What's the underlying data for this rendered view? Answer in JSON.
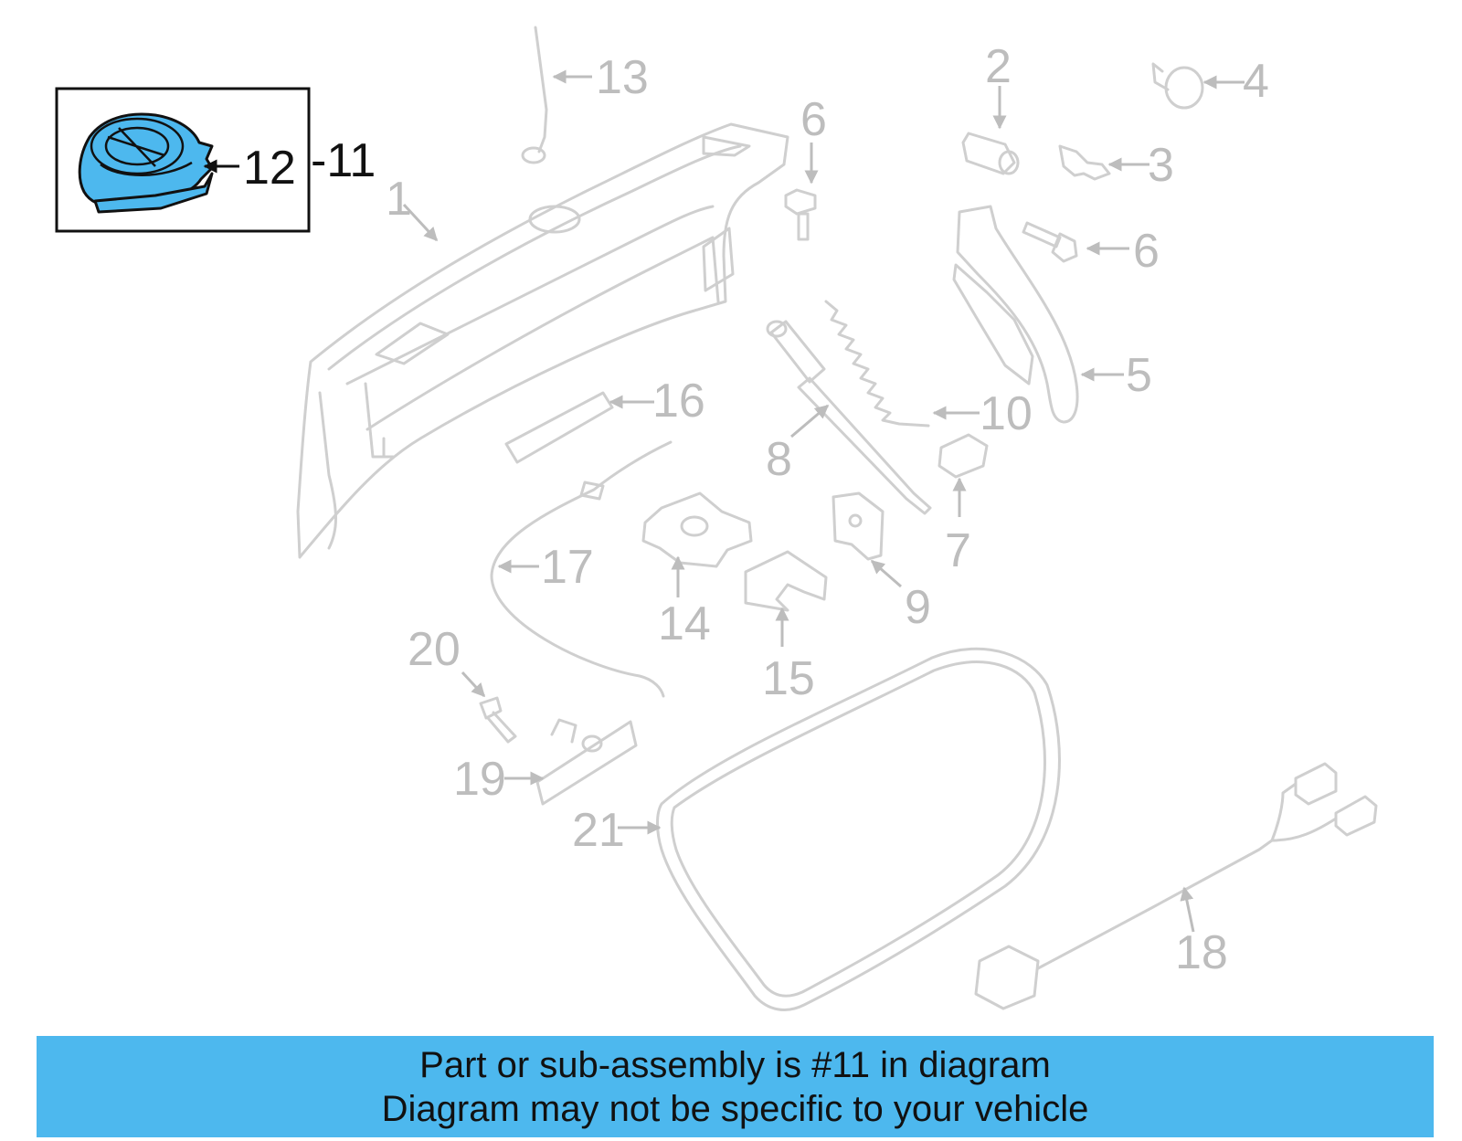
{
  "callouts": {
    "c1": "1",
    "c2": "2",
    "c3": "3",
    "c4": "4",
    "c5": "5",
    "c6a": "6",
    "c6b": "6",
    "c7": "7",
    "c8": "8",
    "c9": "9",
    "c10": "10",
    "c11": "-11",
    "c12": "12",
    "c13": "13",
    "c14": "14",
    "c15": "15",
    "c16": "16",
    "c17": "17",
    "c18": "18",
    "c19": "19",
    "c20": "20",
    "c21": "21"
  },
  "highlight_color": "#4db8ee",
  "banner": {
    "line1": "Part or sub-assembly is #11 in diagram",
    "line2": "Diagram may not be specific to your vehicle"
  }
}
